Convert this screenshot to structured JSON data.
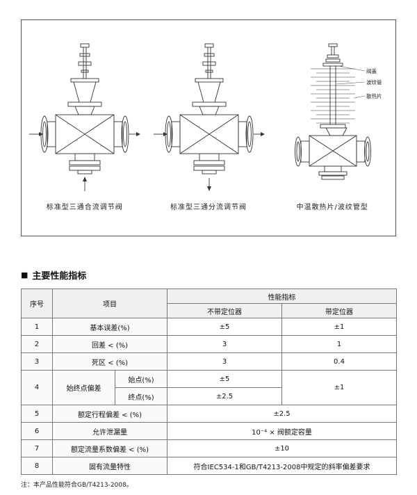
{
  "figure": {
    "captions": [
      {
        "label": "标准型三通合流调节阀"
      },
      {
        "label": "标准型三通分流调节阀"
      },
      {
        "label": "中温散热片/波纹管型"
      }
    ],
    "valve3_labels": {
      "bonnet": "阀盖",
      "bellows": "波纹管",
      "fins": "散热片"
    }
  },
  "section": {
    "bullet": "■",
    "title": "主要性能指标"
  },
  "table": {
    "header": {
      "no": "序号",
      "item": "项目",
      "perf": "性能指标",
      "without": "不带定位器",
      "with": "带定位器"
    },
    "rows": {
      "r1": {
        "no": "1",
        "item": "基本误差(%)",
        "a": "±5",
        "b": "±1"
      },
      "r2": {
        "no": "2",
        "item": "回差 < (%)",
        "a": "3",
        "b": "1"
      },
      "r3": {
        "no": "3",
        "item": "死区 < (%)",
        "a": "3",
        "b": "0.4"
      },
      "r4": {
        "no": "4",
        "item": "始终点偏差",
        "sub_start": "始点(%)",
        "sub_end": "终点(%)",
        "a_start": "±5",
        "a_end": "±2.5",
        "b": "±1"
      },
      "r5": {
        "no": "5",
        "item": "额定行程偏差 < (%)",
        "val": "±2.5"
      },
      "r6": {
        "no": "6",
        "item": "允许泄漏量",
        "val": "10⁻⁴ × 阀额定容量"
      },
      "r7": {
        "no": "7",
        "item": "额定流量系数偏差 < (%)",
        "val": "±10"
      },
      "r8": {
        "no": "8",
        "item": "固有流量特性",
        "val": "符合IEC534-1和GB/T4213-2008中规定的斜率偏差要求"
      }
    }
  },
  "note": "注：本产品性能符合GB/T4213-2008。"
}
